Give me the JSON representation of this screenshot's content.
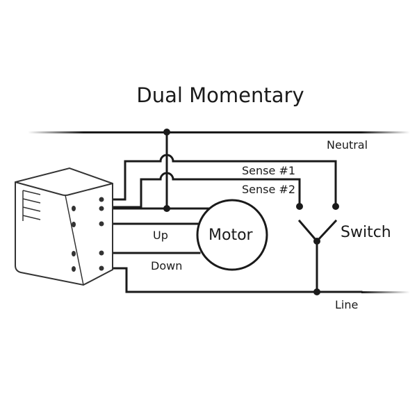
{
  "title": "Dual Momentary",
  "labels": {
    "neutral": "Neutral",
    "sense1": "Sense #1",
    "sense2": "Sense #2",
    "switch": "Switch",
    "up": "Up",
    "down": "Down",
    "line": "Line",
    "motor": "Motor"
  },
  "colors": {
    "wire": "#1a1a1a",
    "module_body": "#ffffff",
    "module_outline": "#333333",
    "background": "#ffffff"
  }
}
